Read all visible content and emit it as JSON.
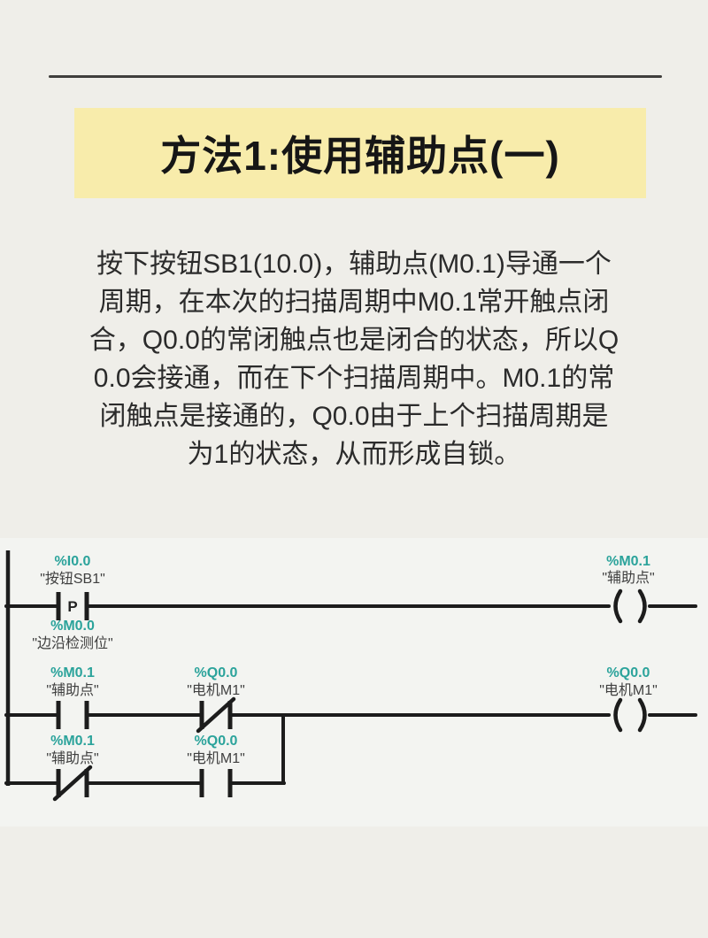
{
  "page": {
    "bg_color": "#efeee9",
    "ladder_bg_color": "#f3f4f1",
    "accent_yellow": "#f8ecab",
    "addr_teal": "#2ba39b"
  },
  "title": {
    "text": "方法1:使用辅助点(一)"
  },
  "paragraph": {
    "lines": [
      "按下按钮SB1(10.0)，辅助点(M0.1)导通一个",
      "周期，在本次的扫描周期中M0.1常开触点闭",
      "合，Q0.0的常闭触点也是闭合的状态，所以Q",
      "0.0会接通，而在下个扫描周期中。M0.1的常",
      "闭触点是接通的，Q0.0由于上个扫描周期是",
      "为1的状态，从而形成自锁。"
    ]
  },
  "ladder": {
    "r1_contact": {
      "addr": "%I0.0",
      "name": "\"按钮SB1\"",
      "type_label": "P"
    },
    "r1_below": {
      "addr": "%M0.0",
      "name": "\"边沿检测位\""
    },
    "r1_coil": {
      "addr": "%M0.1",
      "name": "\"辅助点\""
    },
    "r2_contact1": {
      "addr": "%M0.1",
      "name": "\"辅助点\""
    },
    "r2_contact2": {
      "addr": "%Q0.0",
      "name": "\"电机M1\""
    },
    "r2_coil": {
      "addr": "%Q0.0",
      "name": "\"电机M1\""
    },
    "r3_contact1": {
      "addr": "%M0.1",
      "name": "\"辅助点\""
    },
    "r3_contact2": {
      "addr": "%Q0.0",
      "name": "\"电机M1\""
    }
  }
}
